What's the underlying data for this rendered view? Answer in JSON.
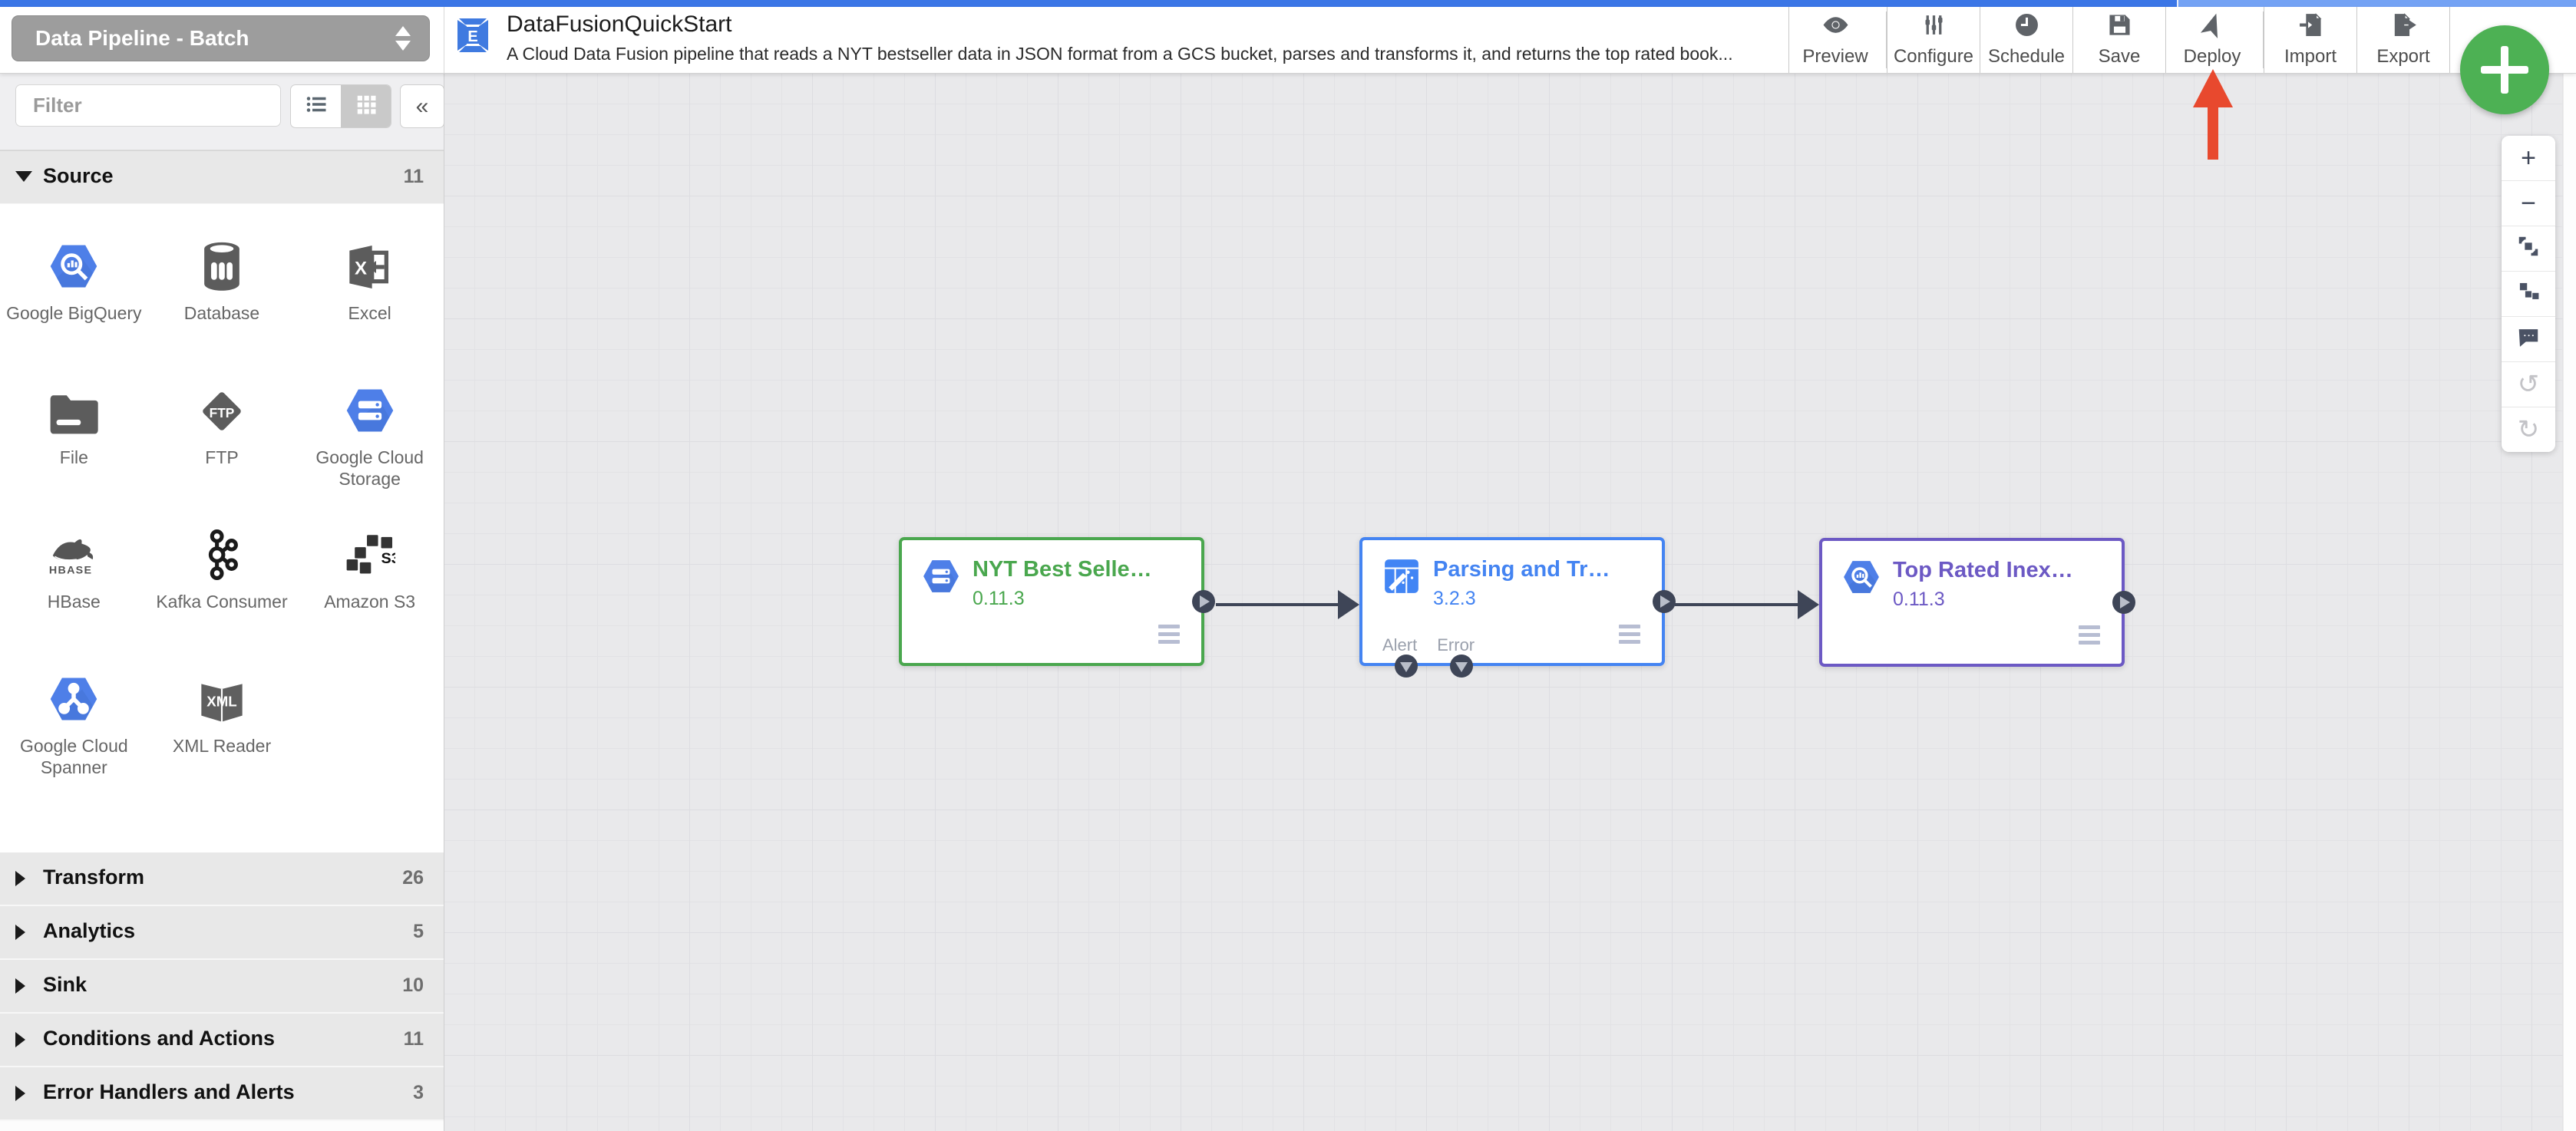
{
  "colors": {
    "top_strip_blue": "#3b76e6",
    "accent_blue": "#4285f4",
    "node_green": "#4aa74e",
    "node_blue": "#4484f2",
    "node_purple": "#6c59c4",
    "plus_green": "#4db154",
    "arrow_red": "#e8492e",
    "port_dark": "#3e4557"
  },
  "header": {
    "pipeline_type": "Data Pipeline - Batch",
    "title": "DataFusionQuickStart",
    "description": "A Cloud Data Fusion pipeline that reads a NYT bestseller data in JSON format from a GCS bucket, parses and transforms it, and returns the top rated book...",
    "toolbar": [
      {
        "label": "Preview",
        "icon": "eye-icon"
      },
      {
        "label": "Configure",
        "icon": "sliders-icon"
      },
      {
        "label": "Schedule",
        "icon": "clock-icon"
      },
      {
        "label": "Save",
        "icon": "floppy-icon"
      },
      {
        "label": "Deploy",
        "icon": "send-icon"
      },
      {
        "label": "Import",
        "icon": "import-icon"
      },
      {
        "label": "Export",
        "icon": "export-icon"
      }
    ]
  },
  "sidebar": {
    "filter_placeholder": "Filter",
    "collapse_glyph": "«",
    "source_section": {
      "label": "Source",
      "count": "11"
    },
    "plugins": [
      {
        "label": "Google BigQuery",
        "icon": "bigquery-icon"
      },
      {
        "label": "Database",
        "icon": "database-icon"
      },
      {
        "label": "Excel",
        "icon": "excel-icon"
      },
      {
        "label": "File",
        "icon": "folder-icon"
      },
      {
        "label": "FTP",
        "icon": "ftp-icon"
      },
      {
        "label": "Google Cloud Storage",
        "icon": "gcs-icon"
      },
      {
        "label": "HBase",
        "icon": "hbase-icon"
      },
      {
        "label": "Kafka Consumer",
        "icon": "kafka-icon"
      },
      {
        "label": "Amazon S3",
        "icon": "s3-icon"
      },
      {
        "label": "Google Cloud Spanner",
        "icon": "spanner-icon"
      },
      {
        "label": "XML Reader",
        "icon": "xml-icon"
      }
    ],
    "categories": [
      {
        "label": "Transform",
        "count": "26"
      },
      {
        "label": "Analytics",
        "count": "5"
      },
      {
        "label": "Sink",
        "count": "10"
      },
      {
        "label": "Conditions and Actions",
        "count": "11"
      },
      {
        "label": "Error Handlers and Alerts",
        "count": "3"
      }
    ]
  },
  "canvas": {
    "nodes": [
      {
        "name": "NYT Best Selle…",
        "version": "0.11.3",
        "color": "#4aa74e",
        "icon": "gcs-icon"
      },
      {
        "name": "Parsing and Tr…",
        "version": "3.2.3",
        "color": "#4484f2",
        "icon": "wrangler-icon",
        "port_labels": [
          "Alert",
          "Error"
        ]
      },
      {
        "name": "Top Rated Inex…",
        "version": "0.11.3",
        "color": "#6c59c4",
        "icon": "bigquery-icon"
      }
    ]
  },
  "zoom_controls": {
    "zoom_in": "+",
    "zoom_out": "−",
    "undo": "↺",
    "redo": "↻"
  }
}
